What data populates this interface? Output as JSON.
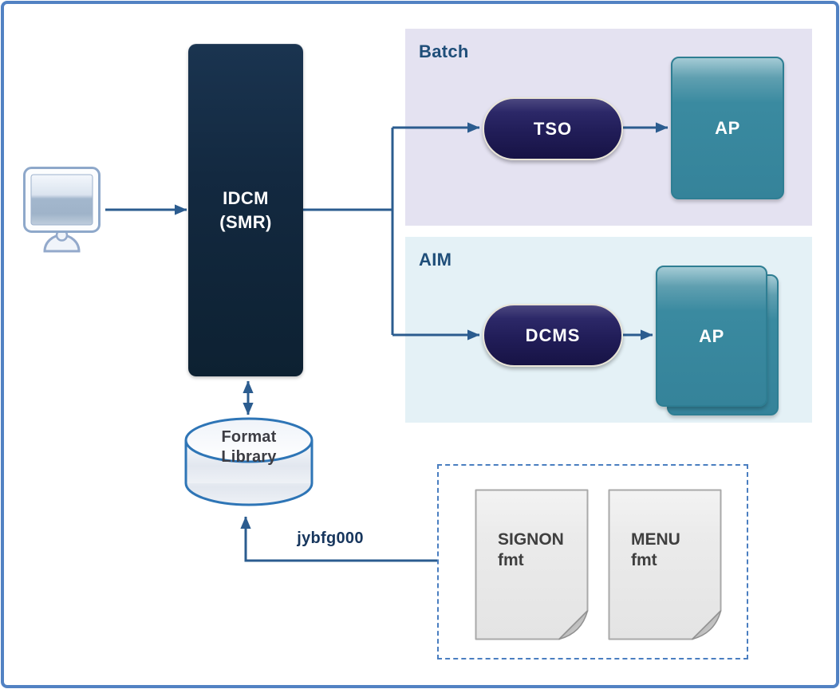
{
  "nodes": {
    "terminal": {
      "icon": "monitor-icon"
    },
    "idcm": {
      "label_line1": "IDCM",
      "label_line2": "(SMR)"
    },
    "format_library": {
      "label_line1": "Format",
      "label_line2": "Library"
    }
  },
  "flow_label": "jybfg000",
  "regions": [
    {
      "label": "Batch",
      "process": "TSO",
      "app": "AP"
    },
    {
      "label": "AIM",
      "process": "DCMS",
      "app": "AP"
    }
  ],
  "documents": [
    {
      "name_line1": "SIGNON",
      "name_line2": "fmt"
    },
    {
      "name_line1": "MENU",
      "name_line2": "fmt"
    }
  ],
  "colors": {
    "frame-border": "#5282c3",
    "connector": "#2b5c8f",
    "region-label": "#1f4e79",
    "batch-bg": "#e4e2f1",
    "aim-bg": "#e4f1f6",
    "idcm-fill": "#112537",
    "pill-fill": "#211d58",
    "pill-border": "#e9e5d7",
    "ap-fill": "#3a8aa0",
    "ap-border": "#2e7e93",
    "cylinder-border": "#2e75b6",
    "flow-label": "#17365d",
    "doc-fill": "#ececec",
    "doc-border": "#a9a9a9",
    "doc-text": "#3f3f3f",
    "dashed-border": "#4a7ec0",
    "node-text": "#ffffff"
  }
}
